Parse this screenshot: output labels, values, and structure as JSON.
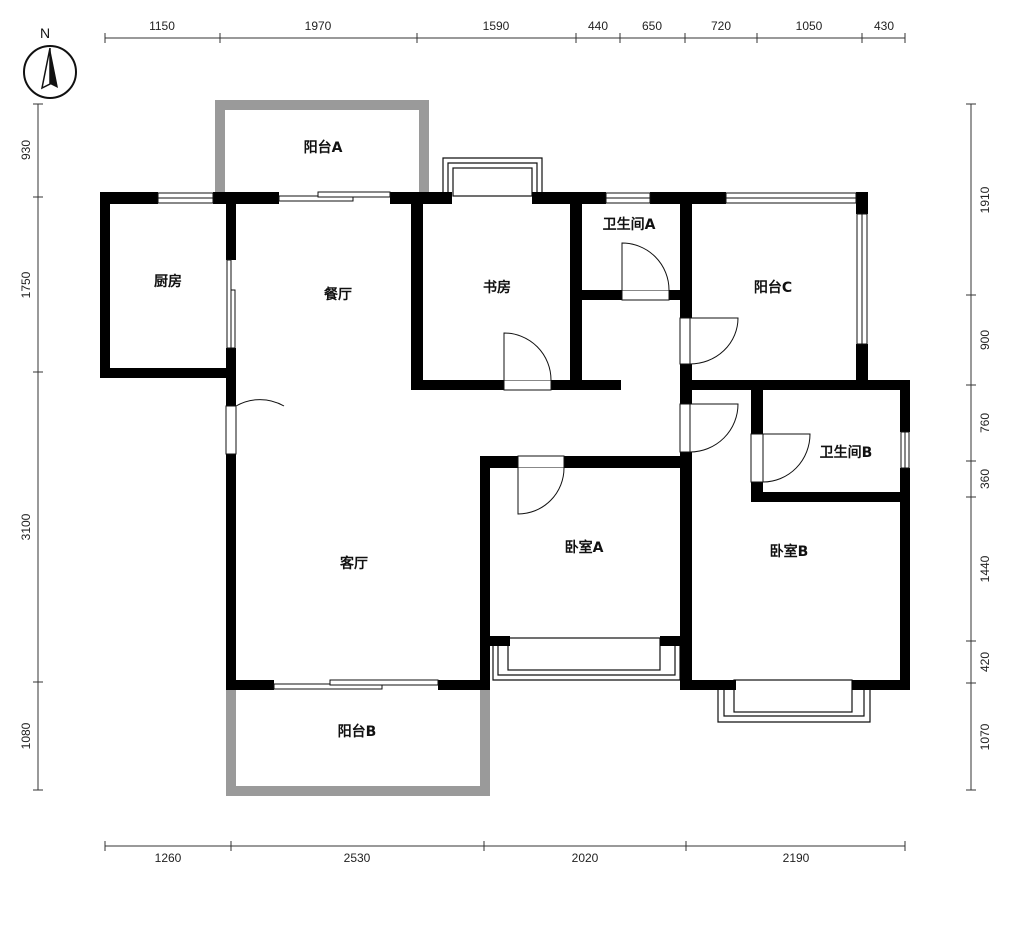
{
  "compass": {
    "label": "N"
  },
  "rooms": {
    "balcony_a": "阳台A",
    "kitchen": "厨房",
    "dining": "餐厅",
    "study": "书房",
    "bath_a": "卫生间A",
    "balcony_c": "阳台C",
    "bath_b": "卫生间B",
    "bedroom_a": "卧室A",
    "living": "客厅",
    "bedroom_b": "卧室B",
    "balcony_b": "阳台B"
  },
  "dims": {
    "top": [
      "1150",
      "1970",
      "1590",
      "440",
      "650",
      "720",
      "1050",
      "430"
    ],
    "bottom": [
      "1260",
      "2530",
      "2020",
      "2190"
    ],
    "left": [
      "930",
      "1750",
      "3100",
      "1080"
    ],
    "right": [
      "1910",
      "900",
      "760",
      "360",
      "1440",
      "420",
      "1070"
    ]
  }
}
